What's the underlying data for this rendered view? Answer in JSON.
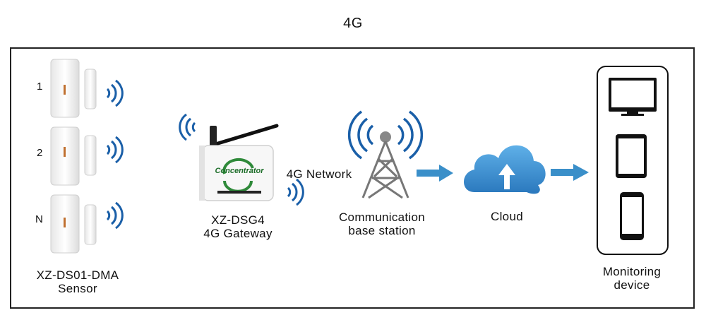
{
  "title": "4G",
  "sensors": {
    "numbers": [
      "1",
      "2",
      "N"
    ],
    "label_line1": "XZ-DS01-DMA",
    "label_line2": "Sensor"
  },
  "gateway": {
    "device_text": "Concentrator",
    "label_line1": "XZ-DSG4",
    "label_line2": "4G Gateway"
  },
  "network_label": "4G Network",
  "base_station": {
    "label_line1": "Communication",
    "label_line2": "base station"
  },
  "cloud": {
    "label": "Cloud"
  },
  "monitoring": {
    "label_line1": "Monitoring",
    "label_line2": "device",
    "devices": [
      "monitor",
      "tablet",
      "phone"
    ]
  },
  "colors": {
    "wave": "#1a5fa8",
    "arrow": "#3a8fc9",
    "cloud": "#3d95d5",
    "gateway_green": "#2f8a3a",
    "frame": "#222222"
  }
}
